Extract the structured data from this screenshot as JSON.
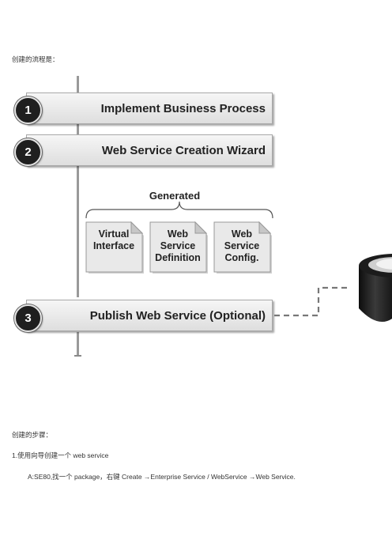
{
  "intro_text": "创建的流程是：",
  "diagram": {
    "steps": [
      {
        "number": "1",
        "label": "Implement Business Process"
      },
      {
        "number": "2",
        "label": "Web Service Creation Wizard"
      },
      {
        "number": "3",
        "label": "Publish Web Service (Optional)"
      }
    ],
    "generated_label": "Generated",
    "documents": [
      {
        "line1": "Virtual",
        "line2": "Interface",
        "line3": ""
      },
      {
        "line1": "Web",
        "line2": "Service",
        "line3": "Definition"
      },
      {
        "line1": "Web",
        "line2": "Service",
        "line3": "Config."
      }
    ]
  },
  "steps_heading": "创建的步骤：",
  "step1_text": "1.使用向导创建一个 web service",
  "step1_sub": "A:SE80,找一个 package，右键  Create →Enterprise Service / WebService →Web Service."
}
